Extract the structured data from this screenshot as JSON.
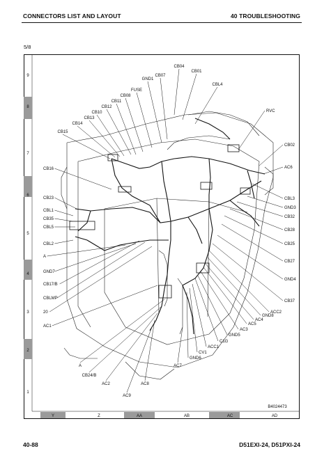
{
  "header": {
    "left_title": "CONNECTORS LIST AND LAYOUT",
    "right_title": "40 TROUBLESHOOTING"
  },
  "page_fraction": "5/8",
  "drawing_id": "B4024473",
  "footer": {
    "page_number": "40-88",
    "models": "D51EXI-24, D51PXI-24"
  },
  "row_zones": [
    "9",
    "8",
    "7",
    "6",
    "5",
    "4",
    "3",
    "2",
    "1"
  ],
  "column_zones": [
    "Y",
    "Z",
    "AA",
    "AB",
    "AC",
    "AD"
  ],
  "callouts": {
    "top": [
      "CB04",
      "CB01",
      "CBL4",
      "GND1",
      "CB07",
      "FUSE",
      "CB08",
      "CB11",
      "CB12",
      "CB10",
      "CB13",
      "CB14",
      "CB15"
    ],
    "left": [
      "CB16",
      "CB23",
      "CBL1",
      "CB35",
      "CBL5",
      "CBL2",
      "A",
      "GND7",
      "CB17/B",
      "CBLMP",
      "20",
      "AC1"
    ],
    "right": [
      "RVC",
      "CB02",
      "AC6",
      "CBL3",
      "GND3",
      "CB32",
      "CB28",
      "CB25",
      "CB27",
      "GND4",
      "CB37",
      "ACC2",
      "GND8",
      "AC4",
      "AC5",
      "AC3",
      "GND5",
      "C1G",
      "ACC1",
      "CV1",
      "GND6"
    ],
    "bottom": [
      "AC7",
      "A",
      "CB24/B",
      "AC2",
      "AC8",
      "AC9"
    ]
  }
}
